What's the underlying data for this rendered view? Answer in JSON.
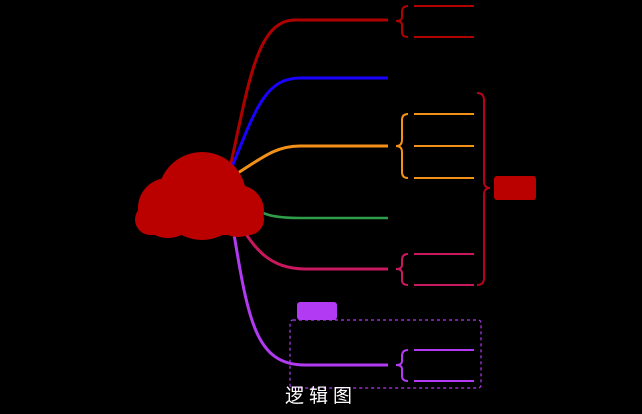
{
  "diagram": {
    "caption": "逻辑图",
    "type": "logic-chart",
    "background_color": "#000000",
    "center_node": {
      "shape": "cloud",
      "color": "#BB0000"
    },
    "branches": [
      {
        "id": "branch-1",
        "color": "#B00000",
        "child_count": 2
      },
      {
        "id": "branch-2",
        "color": "#1A00FF",
        "child_count": 0
      },
      {
        "id": "branch-3",
        "color": "#F39018",
        "child_count": 3
      },
      {
        "id": "branch-4",
        "color": "#2E9E4A",
        "child_count": 0
      },
      {
        "id": "branch-5",
        "color": "#C8185E",
        "child_count": 2
      },
      {
        "id": "branch-6",
        "color": "#B23AF2",
        "child_count": 2,
        "boundary": true,
        "floating_topic": true
      }
    ],
    "summary": {
      "bracket_color": "#B8001C",
      "box_color": "#BB0000",
      "spans_branches": [
        "branch-3",
        "branch-4",
        "branch-5"
      ]
    },
    "floating_topic": {
      "color": "#B23AF2"
    },
    "boundary": {
      "color": "#B23AF2",
      "style": "dashed"
    }
  }
}
